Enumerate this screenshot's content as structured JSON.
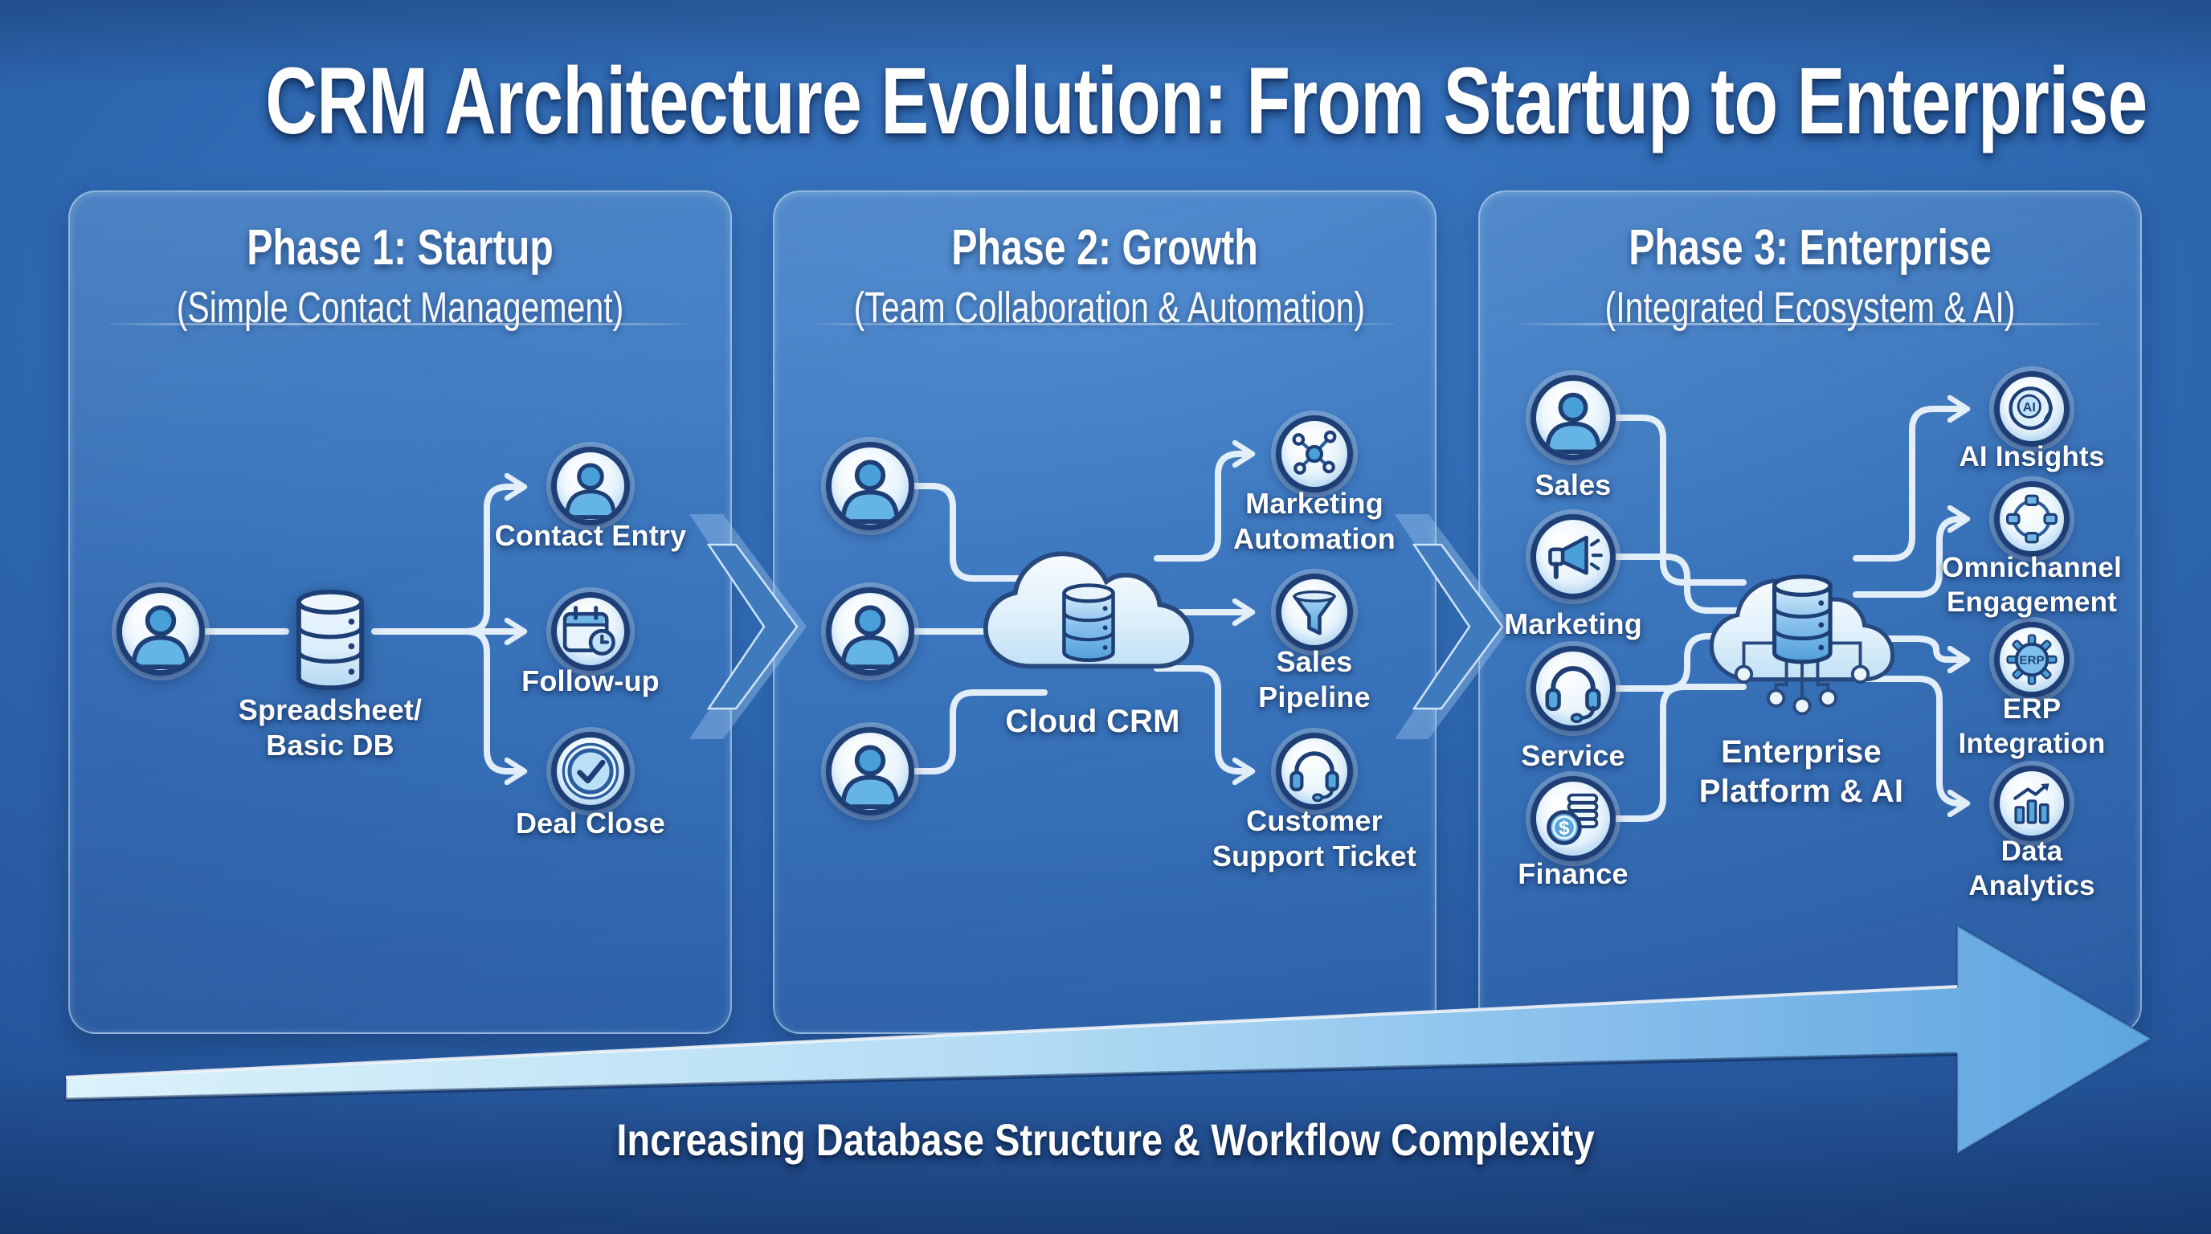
{
  "title": "CRM Architecture Evolution: From Startup to Enterprise",
  "footer": {
    "label": "Increasing Database Structure & Workflow Complexity"
  },
  "colors": {
    "background_blue": "#2f6ab4",
    "panel_border": "#d2e7f8",
    "icon_outline_navy": "#1e3f76",
    "icon_blue": "#49a0d8",
    "icon_light_blue": "#7ec4ee",
    "connector_light": "#e9f4fc",
    "chevron_blue": "#3f7abd",
    "arrow_gradient_start": "#dbf2fa",
    "arrow_gradient_end": "#5da4de"
  },
  "phases": [
    {
      "title": "Phase 1: Startup",
      "subtitle": "(Simple Contact Management)",
      "user": {
        "icon": "user-icon"
      },
      "database": {
        "icon": "database-icon",
        "label": "Spreadsheet/\nBasic DB"
      },
      "outputs": [
        {
          "icon": "contact-user-icon",
          "label": "Contact Entry"
        },
        {
          "icon": "calendar-clock-icon",
          "label": "Follow-up"
        },
        {
          "icon": "check-circle-icon",
          "label": "Deal Close"
        }
      ]
    },
    {
      "title": "Phase 2: Growth",
      "subtitle": "(Team Collaboration & Automation)",
      "users": [
        {
          "icon": "user-icon"
        },
        {
          "icon": "user-icon"
        },
        {
          "icon": "user-icon"
        }
      ],
      "hub": {
        "icon": "cloud-database-icon",
        "label": "Cloud CRM"
      },
      "outputs": [
        {
          "icon": "automation-network-icon",
          "label": "Marketing\nAutomation"
        },
        {
          "icon": "funnel-icon",
          "label": "Sales\nPipeline"
        },
        {
          "icon": "headset-icon",
          "label": "Customer\nSupport Ticket"
        }
      ]
    },
    {
      "title": "Phase 3: Enterprise",
      "subtitle": "(Integrated Ecosystem & AI)",
      "inputs": [
        {
          "icon": "user-icon",
          "label": "Sales"
        },
        {
          "icon": "megaphone-icon",
          "label": "Marketing"
        },
        {
          "icon": "headset-icon",
          "label": "Service"
        },
        {
          "icon": "finance-coins-icon",
          "label": "Finance",
          "icon_text": "$"
        }
      ],
      "hub": {
        "icon": "cloud-database-network-icon",
        "label": "Enterprise\nPlatform & AI"
      },
      "outputs": [
        {
          "icon": "ai-head-icon",
          "label": "AI Insights",
          "icon_text": "AI"
        },
        {
          "icon": "omnichannel-icon",
          "label": "Omnichannel\nEngagement"
        },
        {
          "icon": "erp-gear-icon",
          "label": "ERP\nIntegration",
          "icon_text": "ERP"
        },
        {
          "icon": "analytics-chart-icon",
          "label": "Data\nAnalytics"
        }
      ]
    }
  ]
}
